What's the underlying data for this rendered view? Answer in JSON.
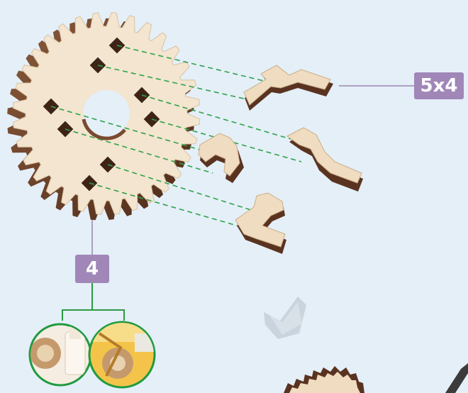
{
  "callouts": {
    "quantity_label": "5x4",
    "step_label": "4"
  },
  "parts": {
    "main_gear": {
      "tooth_count": 32
    },
    "brackets": 4
  },
  "colors": {
    "background": "#e4eff8",
    "badge": "#a087b8",
    "wood_face": "#f2e3cc",
    "wood_edge": "#6b3f2a",
    "guide_line": "#2fa24a",
    "detail_ring": "#1f9a3f"
  },
  "icons": [
    "gear-icon",
    "bracket-icon",
    "down-arrow-icon",
    "detail-magnifier-icon"
  ]
}
